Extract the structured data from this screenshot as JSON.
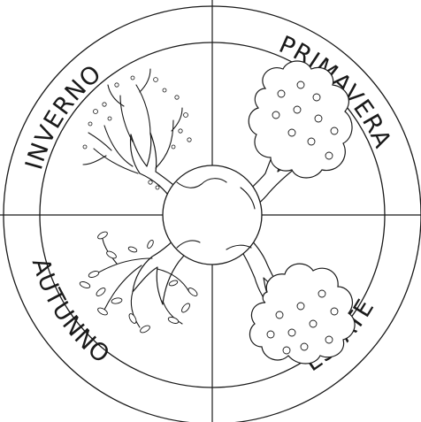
{
  "seasons": {
    "winter": "INVERNO",
    "spring": "PRIMAVERA",
    "summer": "ESTATE",
    "autumn": "AUTUNNO"
  },
  "icons": {
    "winter_tree": "bare-tree-with-snow-icon",
    "spring_tree": "flowering-tree-icon",
    "summer_tree": "fruit-tree-icon",
    "autumn_tree": "falling-leaves-tree-icon",
    "center": "earth-circle-icon"
  },
  "colors": {
    "line": "#1a1a1a",
    "background": "#ffffff"
  }
}
